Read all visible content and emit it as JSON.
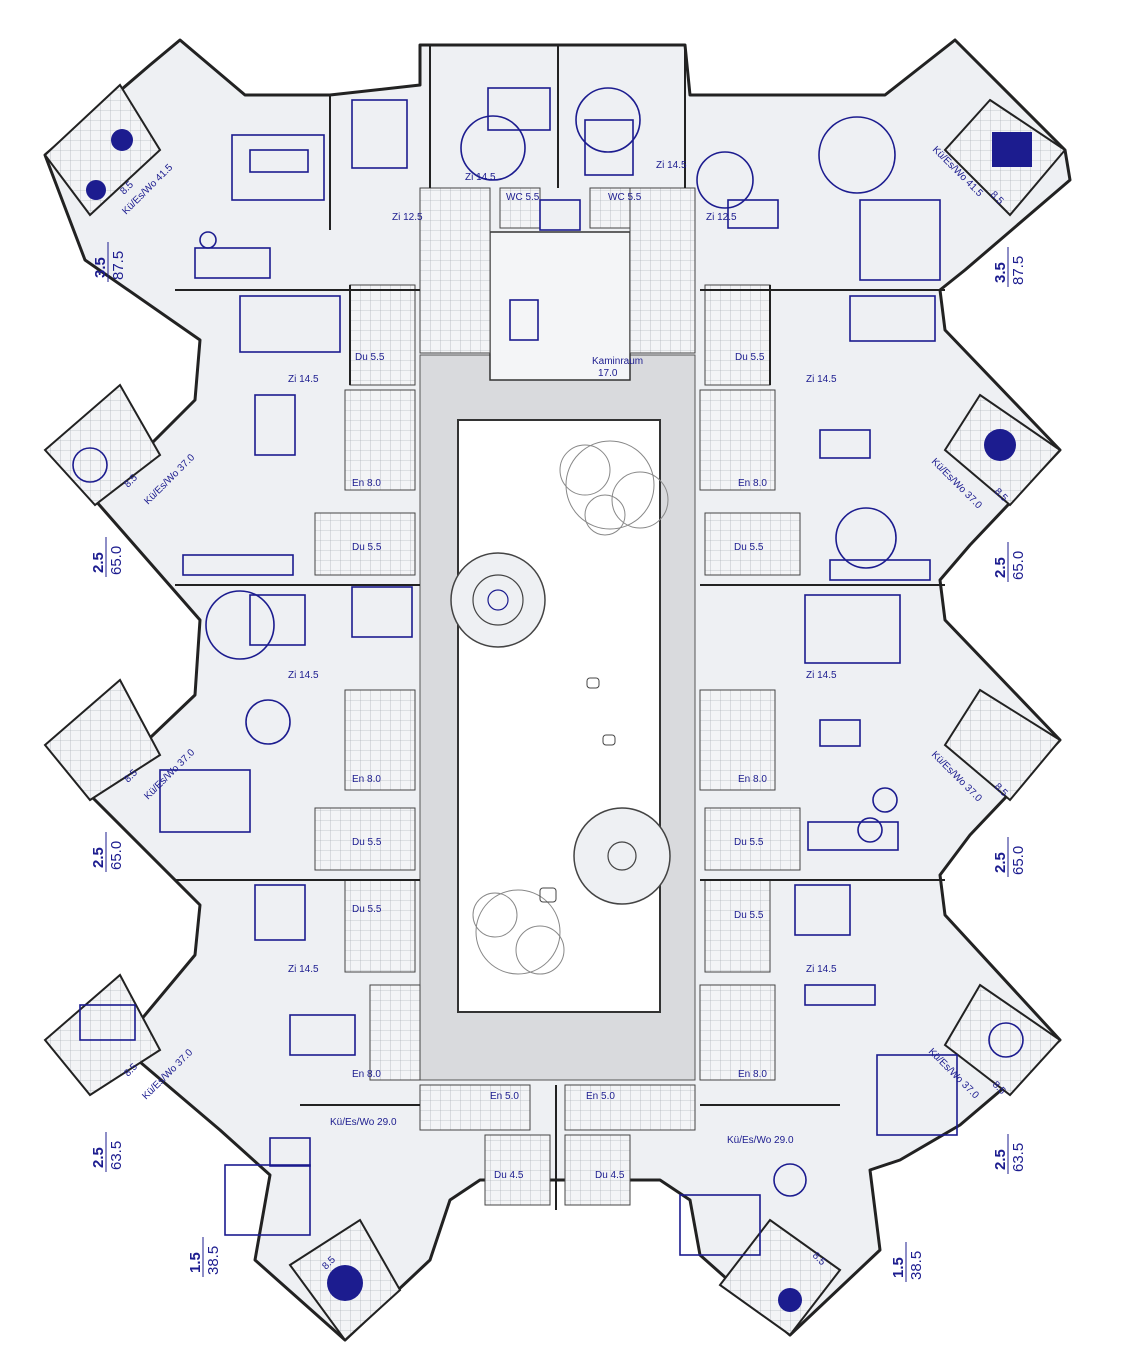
{
  "rooms": {
    "zi_14_5": "Zi 14.5",
    "zi_12_5": "Zi 12.5",
    "wc_5_5": "WC 5.5",
    "kaminraum": "Kaminraum",
    "kaminraum_area": "17.0",
    "en_8_0": "En 8.0",
    "du_5_5": "Du 5.5",
    "du_4_5": "Du 4.5",
    "en_5_0": "En 5.0",
    "kue_41_5": "Kü/Es/Wo 41.5",
    "kue_37_0": "Kü/Es/Wo 37.0",
    "kue_29_0": "Kü/Es/Wo 29.0",
    "balcony_8_5": "8.5"
  },
  "units": [
    {
      "id": "nw-top",
      "rooms": "3.5",
      "area": "87.5"
    },
    {
      "id": "ne-top",
      "rooms": "3.5",
      "area": "87.5"
    },
    {
      "id": "w-2",
      "rooms": "2.5",
      "area": "65.0"
    },
    {
      "id": "e-2",
      "rooms": "2.5",
      "area": "65.0"
    },
    {
      "id": "w-3",
      "rooms": "2.5",
      "area": "65.0"
    },
    {
      "id": "e-3",
      "rooms": "2.5",
      "area": "65.0"
    },
    {
      "id": "w-4",
      "rooms": "2.5",
      "area": "63.5"
    },
    {
      "id": "e-4",
      "rooms": "2.5",
      "area": "63.5"
    },
    {
      "id": "sw-bottom",
      "rooms": "1.5",
      "area": "38.5"
    },
    {
      "id": "se-bottom",
      "rooms": "1.5",
      "area": "38.5"
    }
  ],
  "colors": {
    "ink": "#1c1c8f",
    "wall": "#222222",
    "floor": "#eef0f3"
  }
}
